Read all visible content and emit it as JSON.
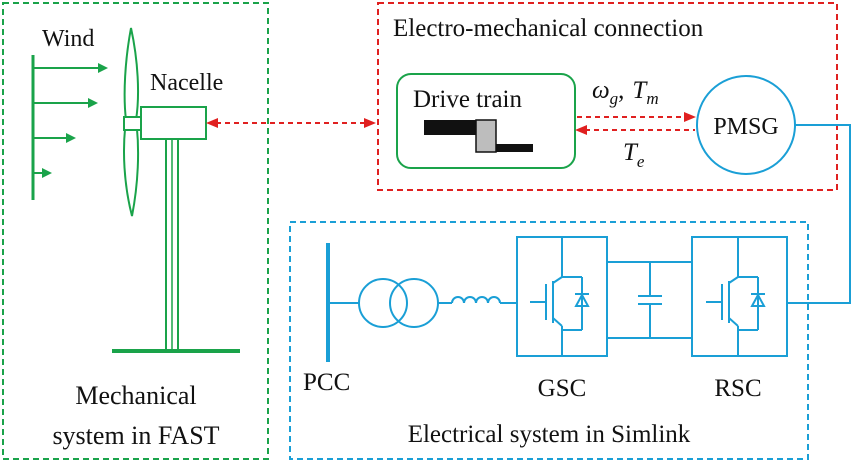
{
  "labels": {
    "wind": "Wind",
    "nacelle": "Nacelle",
    "mech_line1": "Mechanical",
    "mech_line2": "system in FAST",
    "electro_title": "Electro-mechanical connection",
    "drive_train": "Drive train",
    "pmsg": "PMSG",
    "pcc": "PCC",
    "gsc": "GSC",
    "rsc": "RSC",
    "elec_title": "Electrical system in Simlink"
  },
  "signals": {
    "omega": "ω",
    "omega_sub": "g",
    "comma": ",",
    "tm": "T",
    "tm_sub": "m",
    "te": "T",
    "te_sub": "e"
  },
  "colors": {
    "mechanical": "#1aa34a",
    "electro": "#e02020",
    "electrical": "#1a9fd6",
    "dark": "#111111",
    "gray": "#bdbdbd"
  }
}
